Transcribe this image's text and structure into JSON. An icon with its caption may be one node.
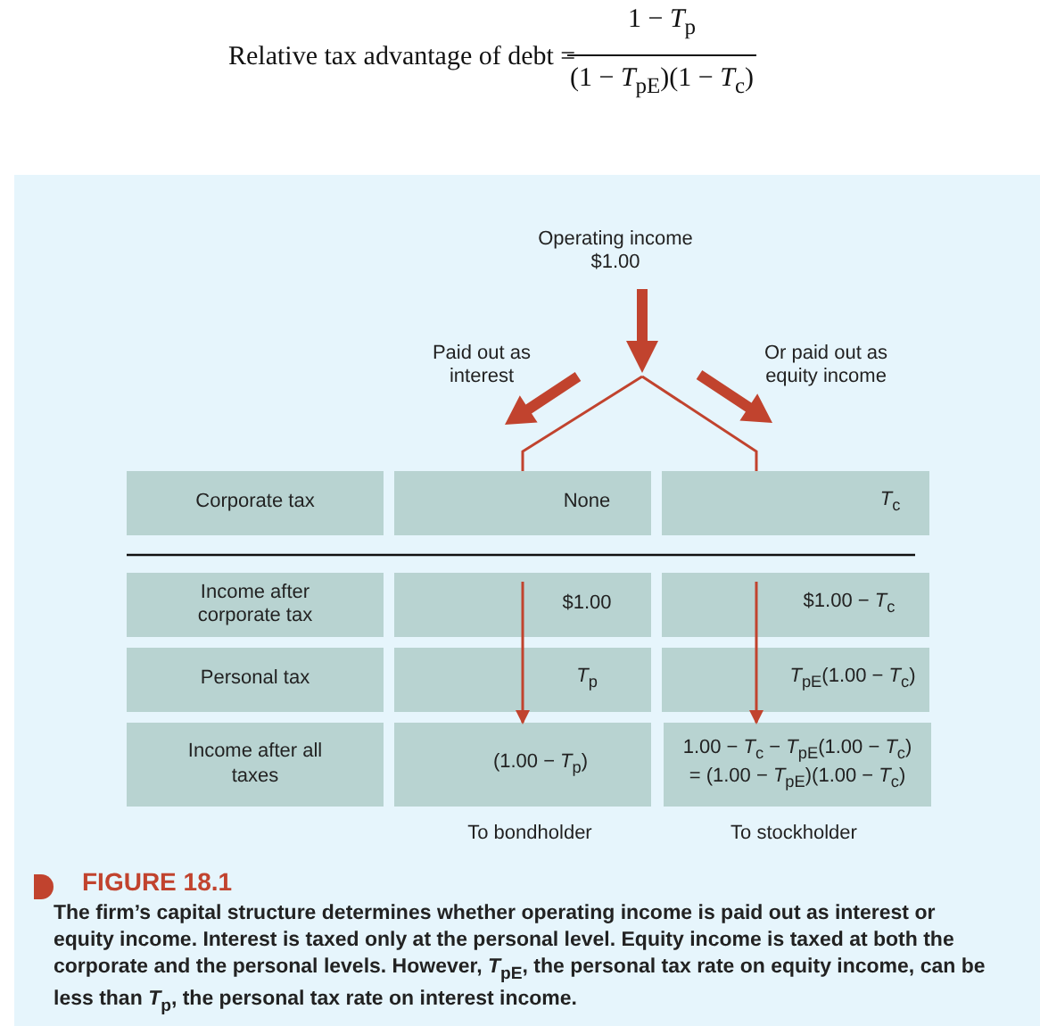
{
  "diagram": {
    "nodes": [
      {
        "text": [
          "Operating income $1.00"
        ]
      },
      {
        "text": [
          "Corporate tax"
        ]
      },
      {
        "text": [
          "None"
        ]
      },
      {
        "text": [
          "*T*$_{c}$"
        ]
      },
      {
        "text": [
          "Income after corporate tax"
        ]
      },
      {
        "text": [
          "$1.00"
        ]
      },
      {
        "text": [
          "$1.00 − *T*$_{c}$"
        ]
      },
      {
        "text": [
          "Personal tax"
        ]
      },
      {
        "text": [
          "*T*$_{p}$"
        ]
      },
      {
        "text": [
          "*T*$_{pE}$(1.00 − *T*$_{c}$)"
        ]
      },
      {
        "text": [
          "Income after all taxes"
        ]
      },
      {
        "text": [
          "(1.00 − *T*$_{p}$)"
        ]
      },
      {
        "text": [
          "1.00 − *T*$_{c}$ − *T*$_{pE}$(1.00 − *T*$_{c}$) = (1.00 − *T*$_{pE}$)(1.00 − *T*$_{c}$)"
        ]
      }
    ],
    "edges": [
      {
        "from": 0,
        "to": null,
        "arrow": "to",
        "style": "thick"
      },
      {
        "from": null,
        "to": 2,
        "arrow": "none"
      },
      {
        "from": null,
        "to": 3,
        "arrow": "none"
      },
      {
        "from": 5,
        "to": 8,
        "arrow": "none"
      },
      {
        "from": 8,
        "to": 11,
        "arrow": "to"
      },
      {
        "from": 6,
        "to": 9,
        "arrow": "none"
      },
      {
        "from": 9,
        "to": 12,
        "arrow": "to"
      }
    ],
    "labels": [
      "Relative tax advantage of debt =",
      "1 − *T*$_{p}$",
      "(1 − *T*$_{pE}$)(1 − *T*$_{c}$)",
      "Paid out as interest",
      "Or paid out as equity income",
      "To bondholder",
      "To stockholder",
      "FIGURE 18.1"
    ],
    "caption": "The firm’s capital structure determines whether operating income is paid out as interest or equity income. Interest is taxed only at the personal level. Equity income is taxed at both the corporate and the personal levels. However, *T*$_{pE}$, the personal tax rate on equity income, can be less than *T*$_{p}$, the personal tax rate on interest income."
  }
}
